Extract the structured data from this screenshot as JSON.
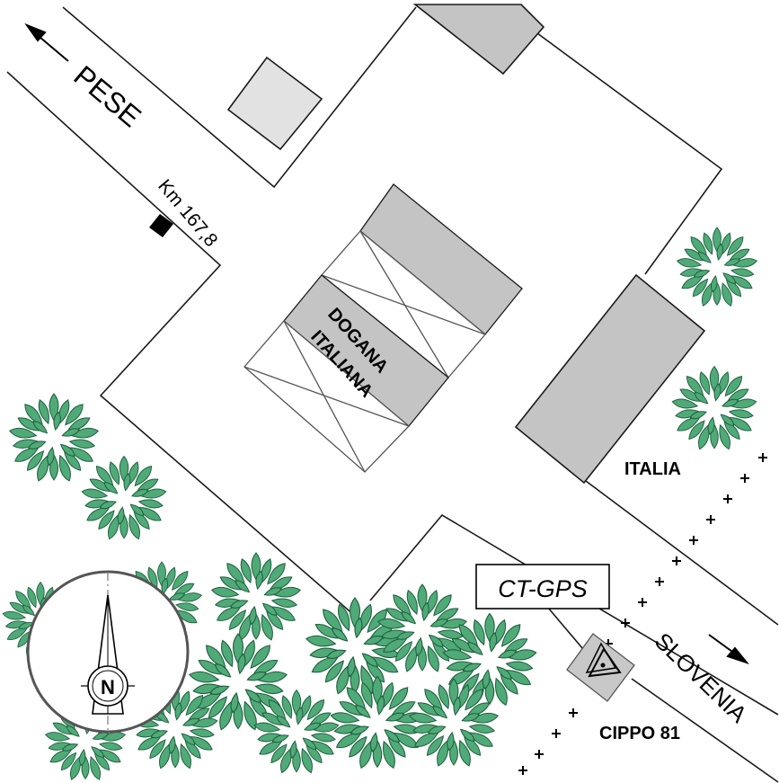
{
  "labels": {
    "pese": "PESE",
    "km": "Km 167,8",
    "dogana_line1": "DOGANA",
    "dogana_line2": "ITALIANA",
    "italia": "ITALIA",
    "ct_gps": "CT-GPS",
    "slovenia": "SLOVENIA",
    "cippo": "CIPPO 81",
    "north": "N"
  },
  "colors": {
    "building_gray": "#c4c4c4",
    "small_building": "#e2e2e2",
    "tree_green": "#4faa78",
    "line": "#1a1a1a",
    "border_cross": "#000000"
  },
  "icons": {
    "compass": "north-arrow-compass-icon",
    "tree": "tree-icon",
    "marker": "border-stone-marker-icon"
  }
}
